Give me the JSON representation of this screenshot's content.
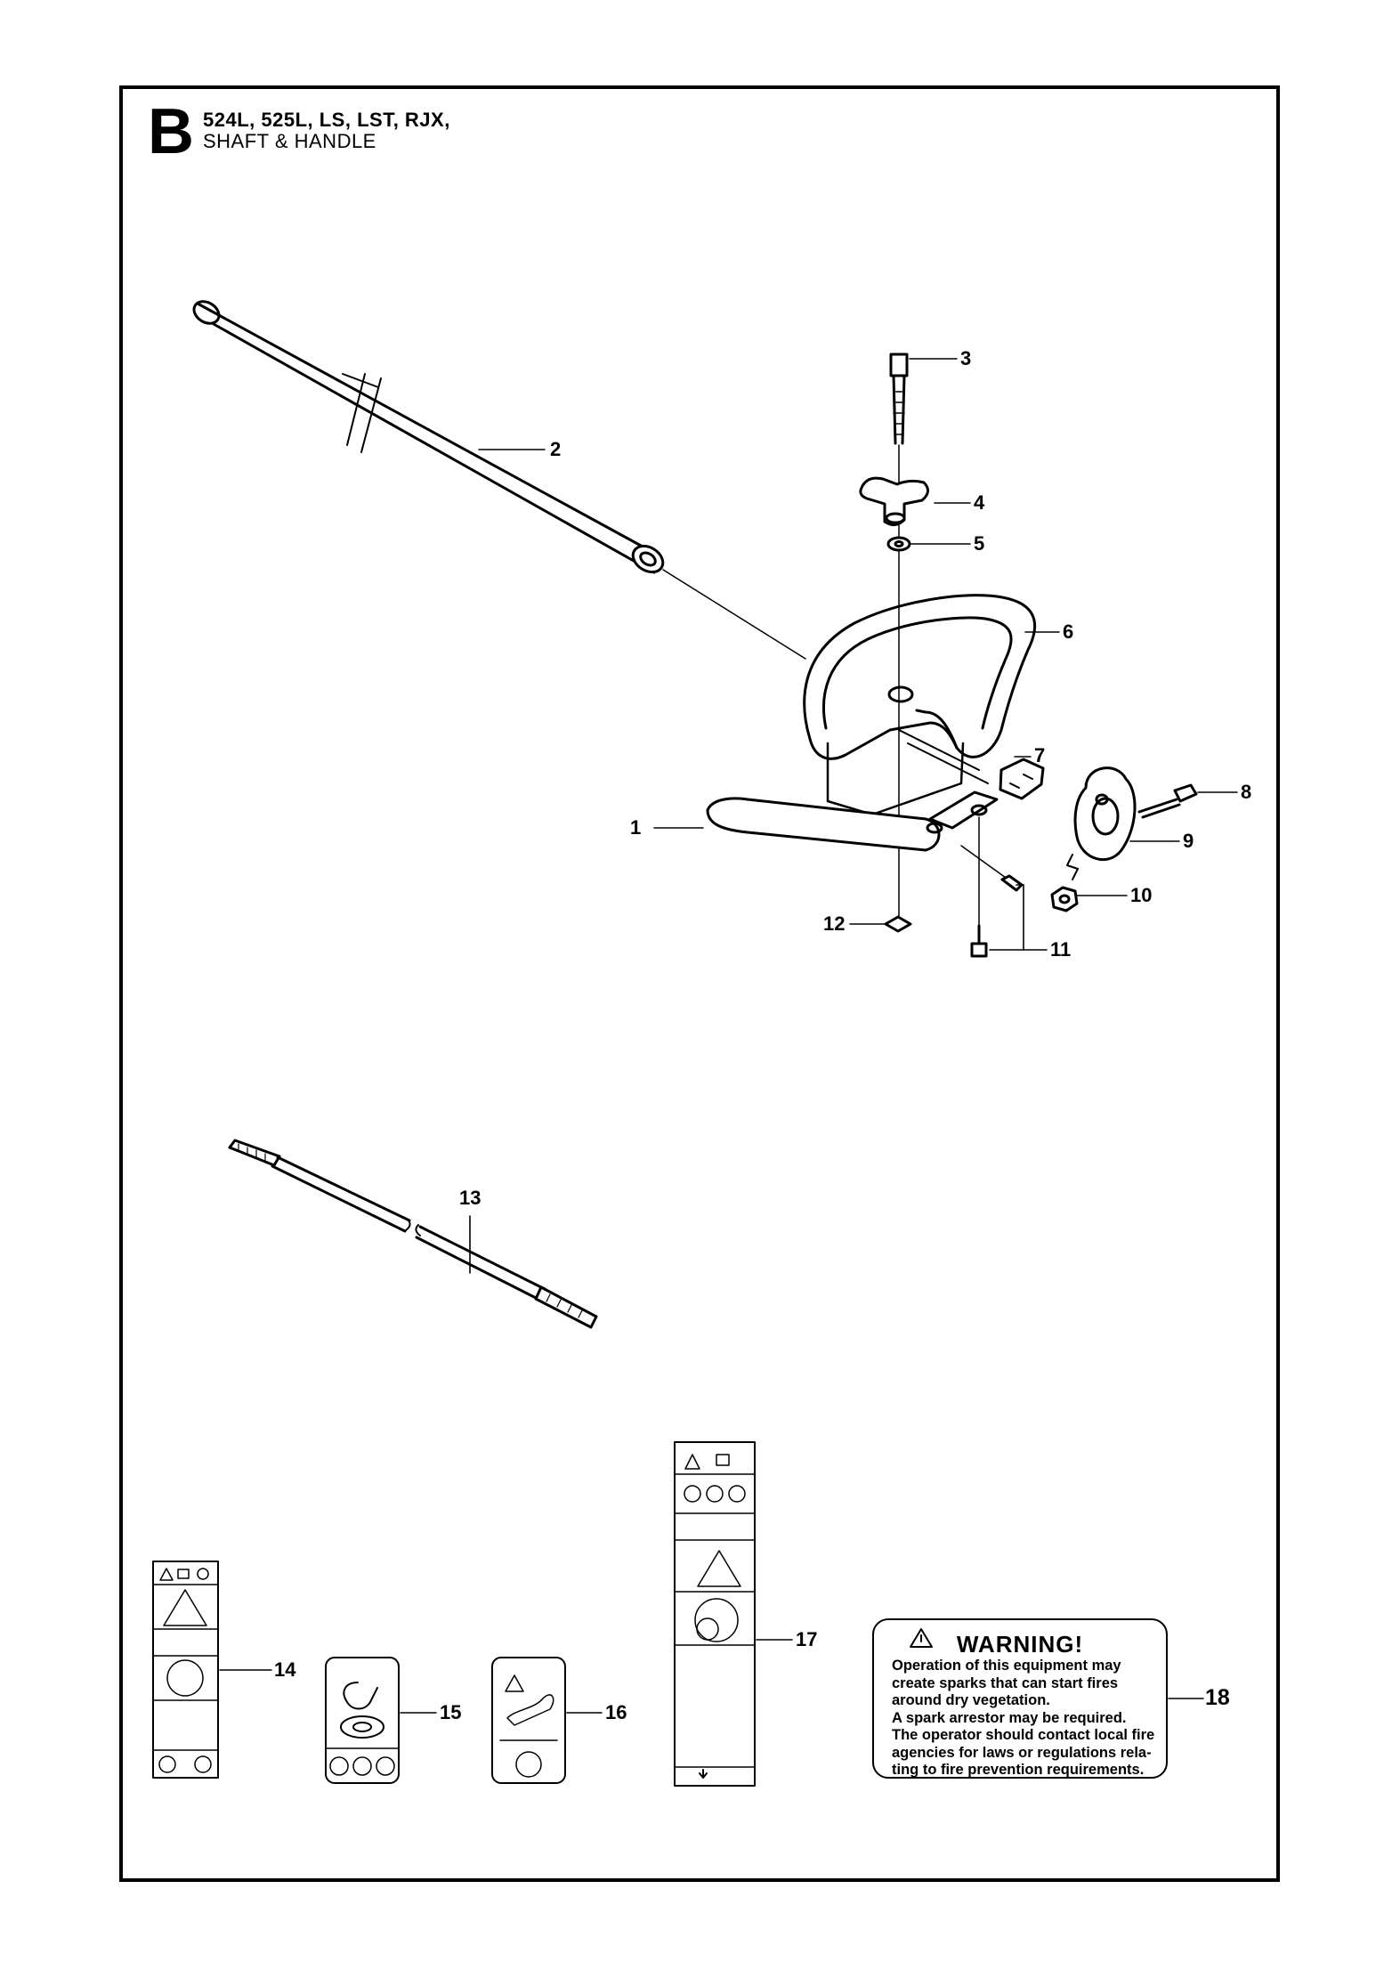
{
  "header": {
    "section_letter": "B",
    "models": "524L, 525L, LS, LST, RJX,",
    "title": "SHAFT & HANDLE"
  },
  "callouts": [
    "1",
    "2",
    "3",
    "4",
    "5",
    "6",
    "7",
    "8",
    "9",
    "10",
    "11",
    "12",
    "13",
    "14",
    "15",
    "16",
    "17",
    "18"
  ],
  "decal_18": {
    "title": "WARNING!",
    "body": "Operation of this equipment may\ncreate sparks that can start fires\naround dry vegetation.\nA spark arrestor may be required.\nThe operator should contact local fire\nagencies for laws or regulations rela-\nting to fire prevention requirements."
  },
  "colors": {
    "ink": "#000000",
    "paper": "#ffffff"
  }
}
